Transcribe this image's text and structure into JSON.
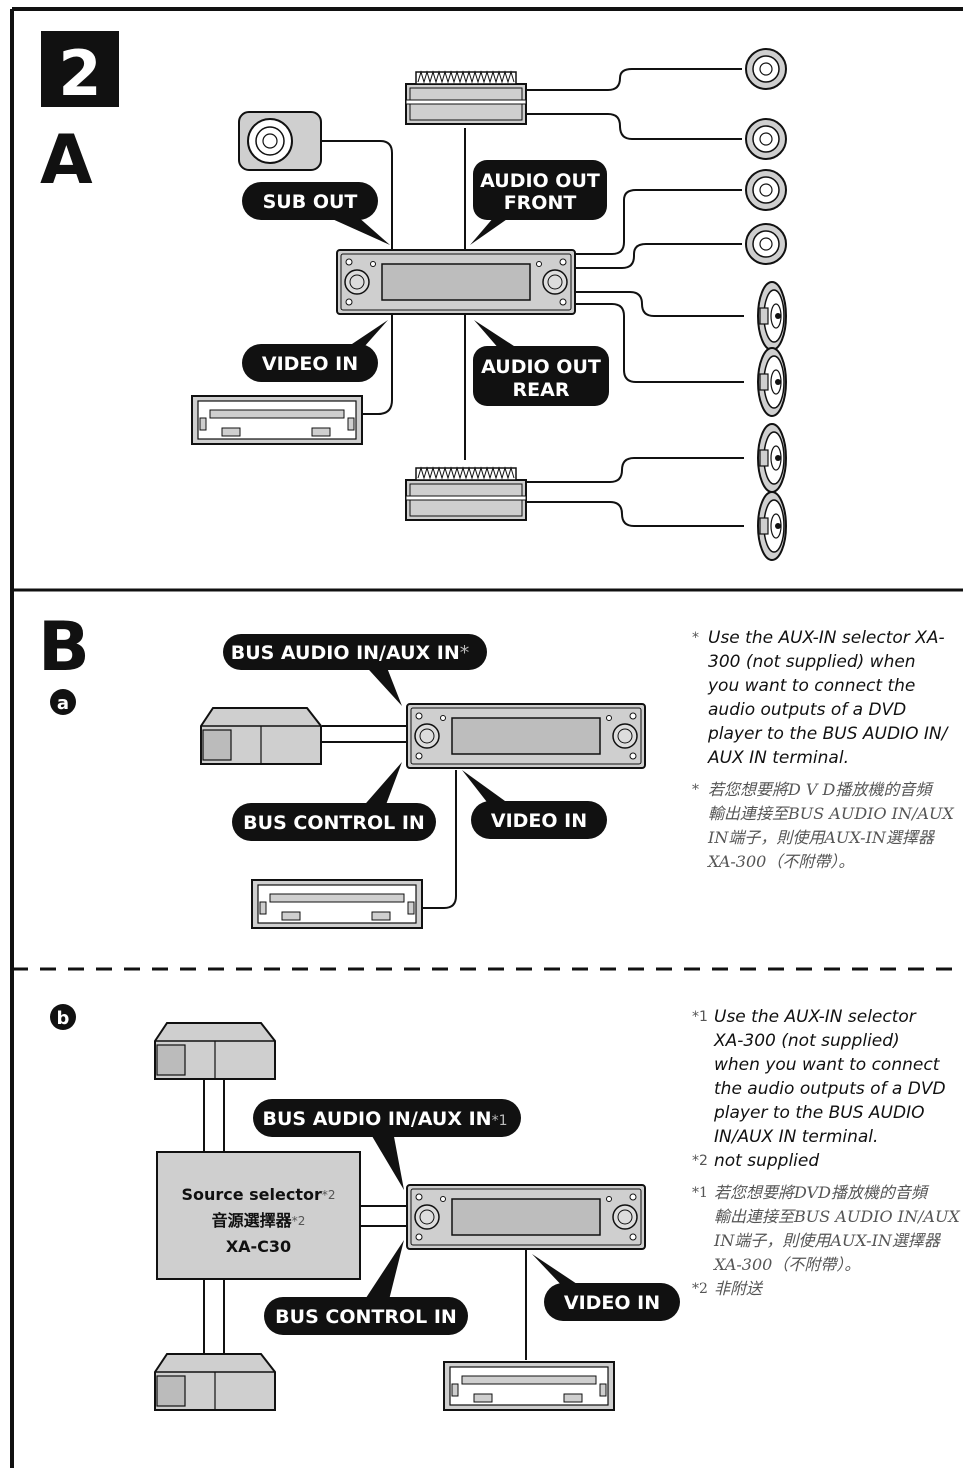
{
  "section_a": {
    "step_number": "2",
    "section_letter": "A",
    "labels": {
      "sub_out": "SUB OUT",
      "audio_out_front_1": "AUDIO OUT",
      "audio_out_front_2": "FRONT",
      "video_in": "VIDEO IN",
      "audio_out_rear_1": "AUDIO OUT",
      "audio_out_rear_2": "REAR"
    }
  },
  "section_b": {
    "section_letter": "B",
    "sub_a": {
      "marker": "a",
      "labels": {
        "bus_audio_in": "BUS AUDIO IN/AUX IN",
        "bus_audio_in_mark": "*",
        "bus_control_in": "BUS CONTROL IN",
        "video_in": "VIDEO IN"
      },
      "note_en": {
        "mark": "*",
        "lines": [
          "Use the AUX-IN selector XA-",
          "300 (not supplied) when",
          "you want to connect the",
          "audio outputs of a DVD",
          "player to the BUS AUDIO IN/",
          "AUX IN terminal."
        ]
      },
      "note_cn": {
        "mark": "*",
        "lines": [
          "若您想要將D V D播放機的音頻",
          "輸出連接至BUS AUDIO IN/AUX",
          "IN端子，則使用AUX-IN選擇器",
          "XA-300（不附帶）。"
        ]
      }
    },
    "sub_b": {
      "marker": "b",
      "labels": {
        "bus_audio_in": "BUS AUDIO IN/AUX IN",
        "bus_audio_in_mark": "*1",
        "bus_control_in": "BUS CONTROL IN",
        "video_in": "VIDEO IN"
      },
      "selector": {
        "line1": "Source selector",
        "line1_mark": "*2",
        "line2": "音源選擇器",
        "line2_mark": "*2",
        "line3": "XA-C30"
      },
      "note_en": {
        "mark1": "*1",
        "lines1": [
          "Use the AUX-IN selector",
          "XA-300 (not supplied)",
          "when you want to connect",
          "the audio outputs of a DVD",
          "player to the BUS AUDIO",
          "IN/AUX IN terminal."
        ],
        "mark2": "*2",
        "line2": "not supplied"
      },
      "note_cn": {
        "mark1": "*1",
        "lines1": [
          "若您想要將DVD播放機的音頻",
          "輸出連接至BUS AUDIO IN/AUX",
          "IN端子，則使用AUX-IN選擇器",
          "XA-300（不附帶）。"
        ],
        "mark2": "*2",
        "line2": "非附送"
      }
    }
  }
}
